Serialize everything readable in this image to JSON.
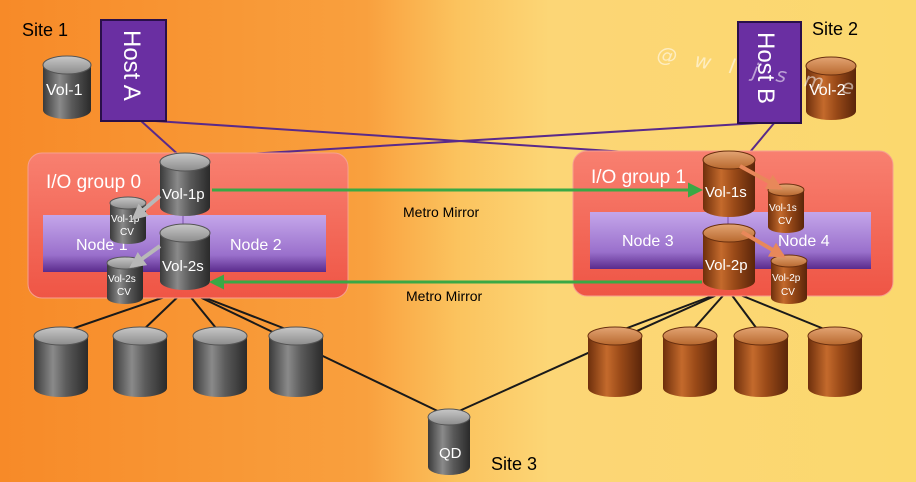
{
  "sites": {
    "site1": "Site 1",
    "site2": "Site 2",
    "site3": "Site 3"
  },
  "watermark": "@ w l j s m e",
  "hosts": {
    "host_a": "Host A",
    "host_b": "Host B"
  },
  "io_groups": {
    "group0": "I/O group 0",
    "group1": "I/O group 1"
  },
  "nodes": {
    "node1": "Node 1",
    "node2": "Node 2",
    "node3": "Node 3",
    "node4": "Node 4"
  },
  "volumes": {
    "vol1": "Vol-1",
    "vol2": "Vol-2",
    "vol1p": "Vol-1p",
    "vol2s": "Vol-2s",
    "vol1s": "Vol-1s",
    "vol2p": "Vol-2p",
    "qd": "QD"
  },
  "change_volumes": {
    "vol1p_cv_name": "Vol-1p",
    "vol2s_cv_name": "Vol-2s",
    "vol1s_cv_name": "Vol-1s",
    "vol2p_cv_name": "Vol-2p",
    "cv_suffix": "CV"
  },
  "links": {
    "metro_mirror_top": "Metro Mirror",
    "metro_mirror_bottom": "Metro Mirror"
  },
  "colors": {
    "site1_bg": "#f7902e",
    "site2_bg": "#fbd36b",
    "io_group_fill": "#f36a5a",
    "node_fill": "#a884d4",
    "host_fill": "#6a2fa2",
    "gray_disk": "#6b6b6b",
    "brown_disk": "#b0571f",
    "mirror_arrow": "#3aa845",
    "cable": "#6a2fa2"
  }
}
